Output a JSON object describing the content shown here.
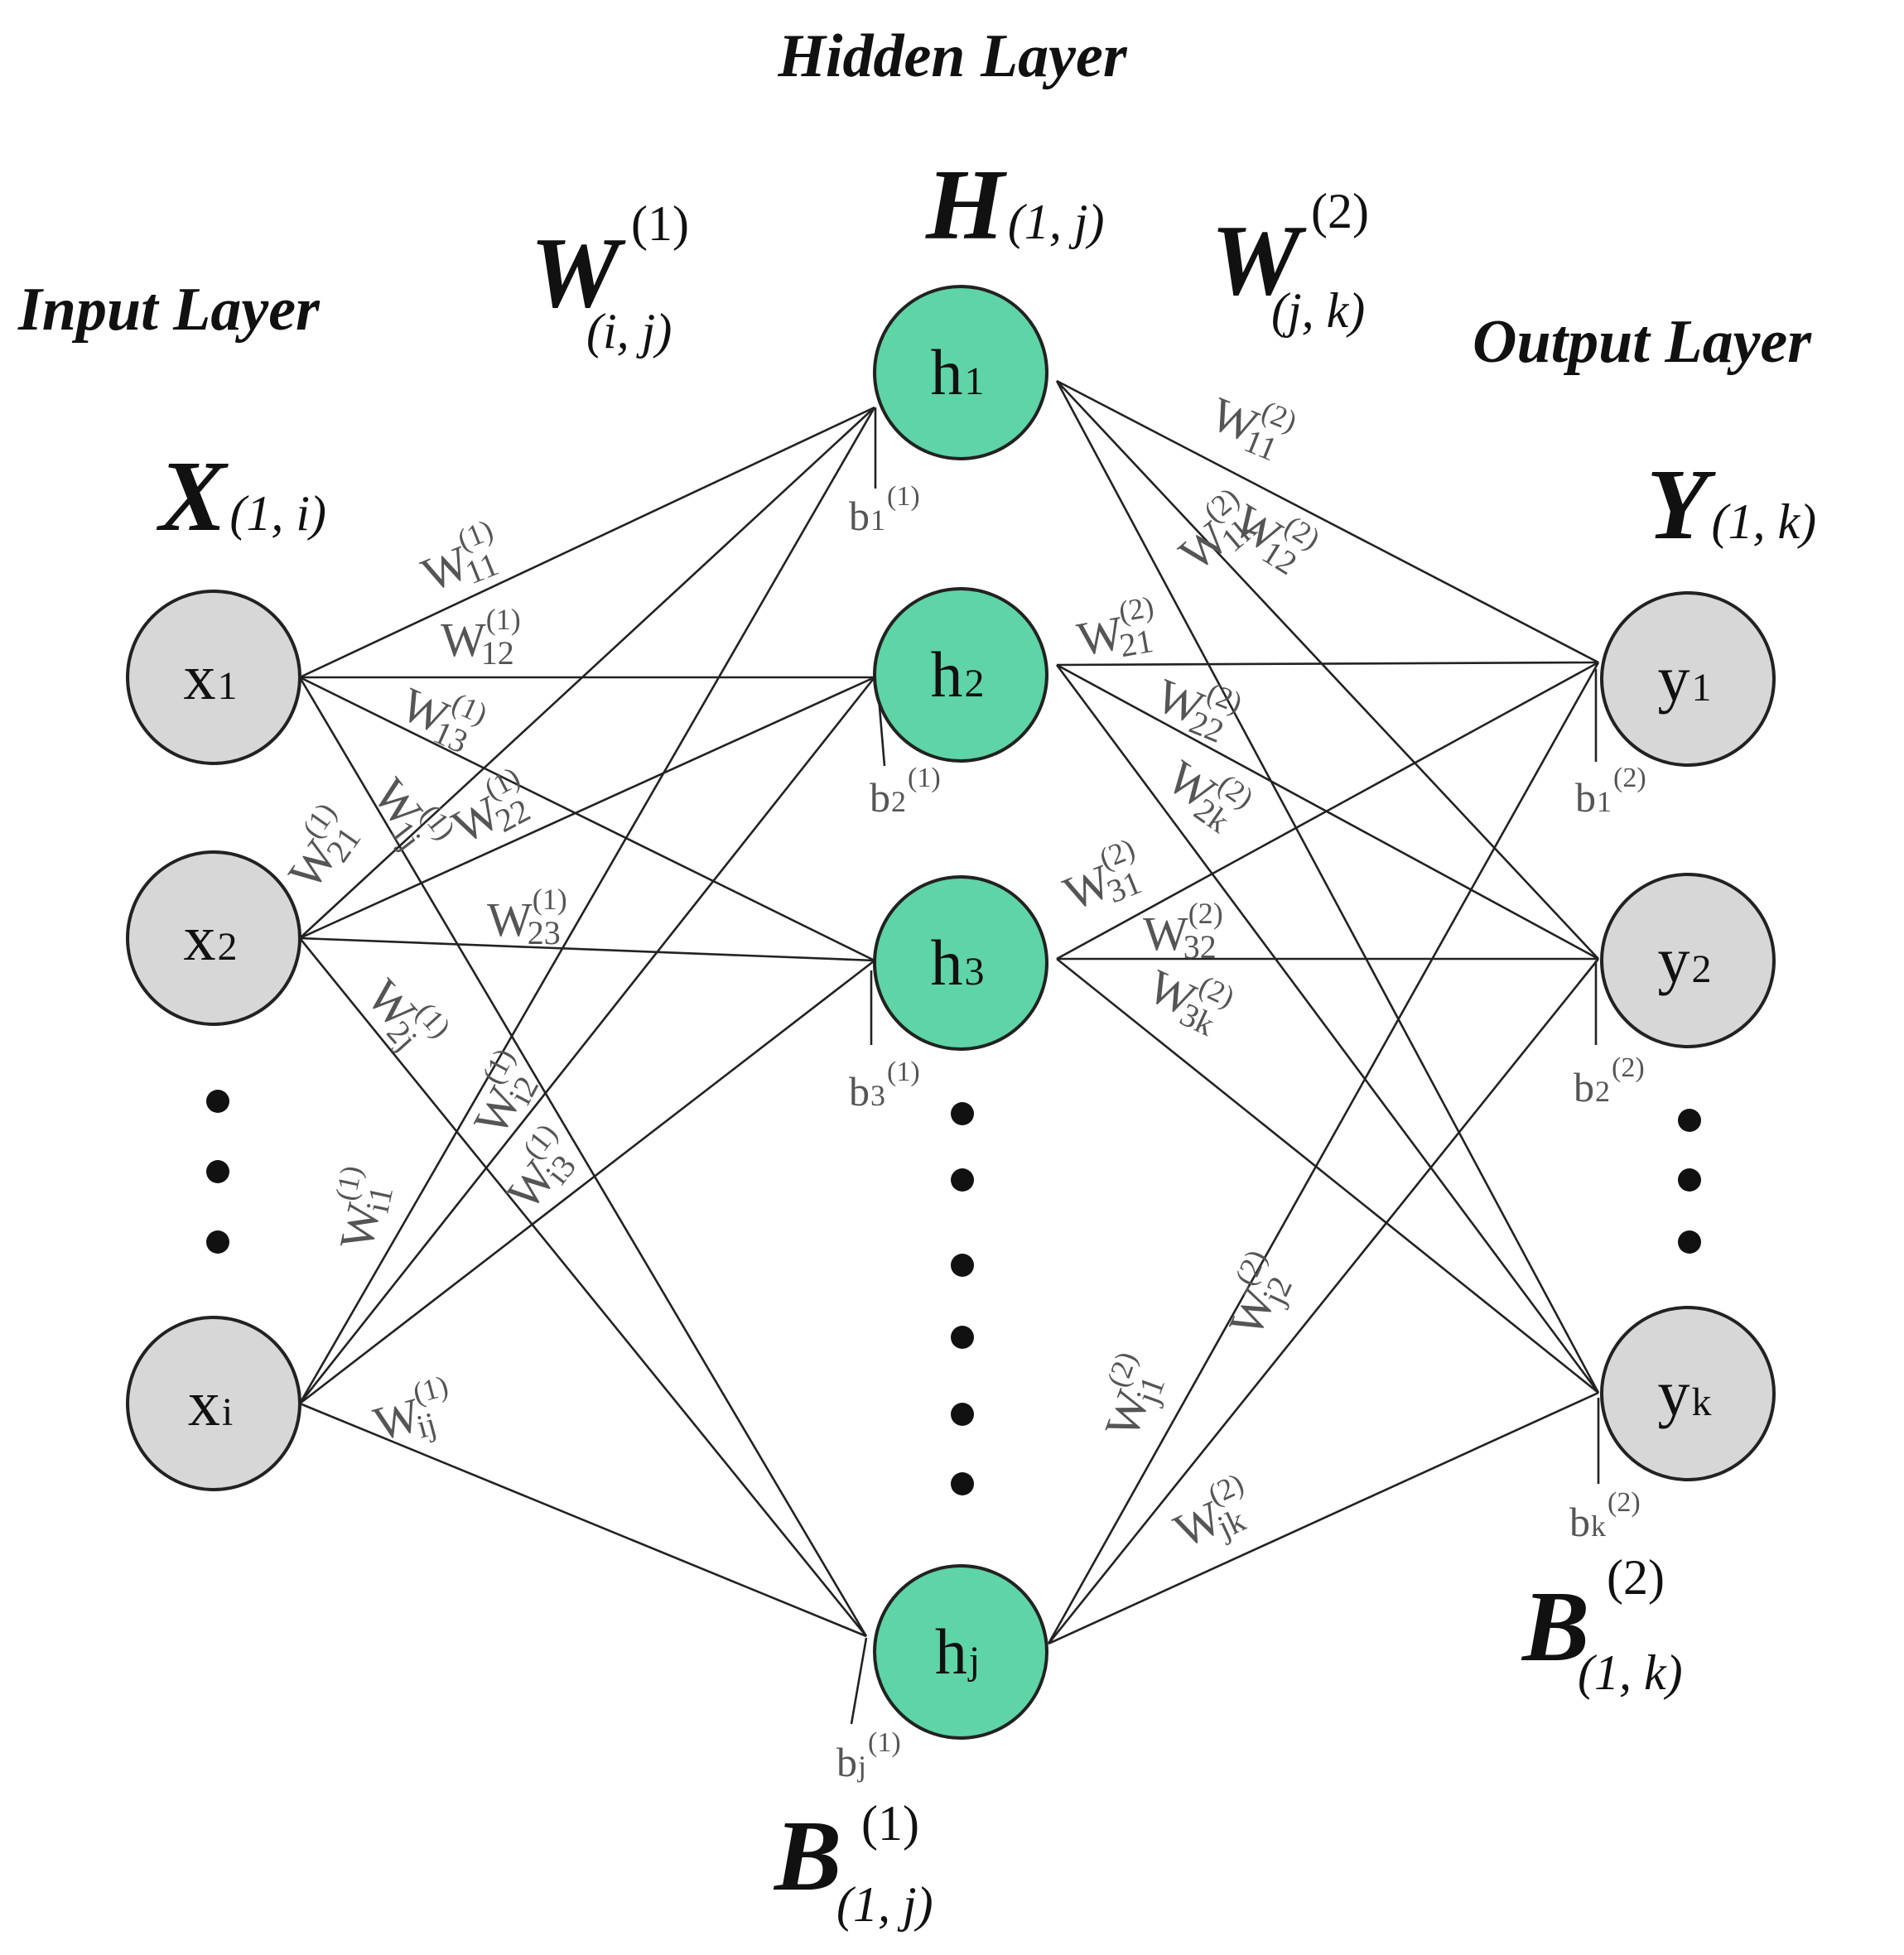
{
  "titles": {
    "hidden": "Hidden Layer",
    "input": "Input Layer",
    "output": "Output Layer"
  },
  "matrices": {
    "X": {
      "main": "X",
      "sub": "(1, i)"
    },
    "H": {
      "main": "H",
      "sub": "(1, j)"
    },
    "Y": {
      "main": "Y",
      "sub": "(1, k)"
    },
    "W1": {
      "main": "W",
      "sup": "(1)",
      "sub": "(i, j)"
    },
    "W2": {
      "main": "W",
      "sup": "(2)",
      "sub": "(j, k)"
    },
    "B1": {
      "main": "B",
      "sup": "(1)",
      "sub": "(1, j)"
    },
    "B2": {
      "main": "B",
      "sup": "(2)",
      "sub": "(1, k)"
    }
  },
  "colors": {
    "input_fill": "#d7d7d7",
    "hidden_fill": "#5fd4a6",
    "output_fill": "#d7d7d7",
    "stroke": "#222222"
  },
  "nodes": {
    "input": [
      {
        "id": "x1",
        "main": "x",
        "sub": "1"
      },
      {
        "id": "x2",
        "main": "x",
        "sub": "2"
      },
      {
        "id": "xi",
        "main": "x",
        "sub": "i"
      }
    ],
    "hidden": [
      {
        "id": "h1",
        "main": "h",
        "sub": "1"
      },
      {
        "id": "h2",
        "main": "h",
        "sub": "2"
      },
      {
        "id": "h3",
        "main": "h",
        "sub": "3"
      },
      {
        "id": "hj",
        "main": "h",
        "sub": "j"
      }
    ],
    "output": [
      {
        "id": "y1",
        "main": "y",
        "sub": "1"
      },
      {
        "id": "y2",
        "main": "y",
        "sub": "2"
      },
      {
        "id": "yk",
        "main": "y",
        "sub": "k"
      }
    ]
  },
  "biases": {
    "b1_1": {
      "main": "b",
      "sub": "1",
      "sup": "(1)"
    },
    "b2_1": {
      "main": "b",
      "sub": "2",
      "sup": "(1)"
    },
    "b3_1": {
      "main": "b",
      "sub": "3",
      "sup": "(1)"
    },
    "bj_1": {
      "main": "b",
      "sub": "j",
      "sup": "(1)"
    },
    "b1_2": {
      "main": "b",
      "sub": "1",
      "sup": "(2)"
    },
    "b2_2": {
      "main": "b",
      "sub": "2",
      "sup": "(2)"
    },
    "bk_2": {
      "main": "b",
      "sub": "k",
      "sup": "(2)"
    }
  },
  "weights": {
    "w11_1": {
      "main": "W",
      "sub": "11",
      "sup": "(1)"
    },
    "w12_1": {
      "main": "W",
      "sub": "12",
      "sup": "(1)"
    },
    "w13_1": {
      "main": "W",
      "sub": "13",
      "sup": "(1)"
    },
    "w1j_1": {
      "main": "W",
      "sub": "1j",
      "sup": "(1)"
    },
    "w21_1": {
      "main": "W",
      "sub": "21",
      "sup": "(1)"
    },
    "w22_1": {
      "main": "W",
      "sub": "22",
      "sup": "(1)"
    },
    "w23_1": {
      "main": "W",
      "sub": "23",
      "sup": "(1)"
    },
    "w2j_1": {
      "main": "W",
      "sub": "2j",
      "sup": "(1)"
    },
    "wi1_1": {
      "main": "W",
      "sub": "i1",
      "sup": "(1)"
    },
    "wi2_1": {
      "main": "W",
      "sub": "i2",
      "sup": "(1)"
    },
    "wi3_1": {
      "main": "W",
      "sub": "i3",
      "sup": "(1)"
    },
    "wij_1": {
      "main": "W",
      "sub": "ij",
      "sup": "(1)"
    },
    "w11_2": {
      "main": "W",
      "sub": "11",
      "sup": "(2)"
    },
    "w12_2": {
      "main": "W",
      "sub": "12",
      "sup": "(2)"
    },
    "w1k_2": {
      "main": "W",
      "sub": "1k",
      "sup": "(2)"
    },
    "w21_2": {
      "main": "W",
      "sub": "21",
      "sup": "(2)"
    },
    "w22_2": {
      "main": "W",
      "sub": "22",
      "sup": "(2)"
    },
    "w2k_2": {
      "main": "W",
      "sub": "2k",
      "sup": "(2)"
    },
    "w31_2": {
      "main": "W",
      "sub": "31",
      "sup": "(2)"
    },
    "w32_2": {
      "main": "W",
      "sub": "32",
      "sup": "(2)"
    },
    "w3k_2": {
      "main": "W",
      "sub": "3k",
      "sup": "(2)"
    },
    "wj1_2": {
      "main": "W",
      "sub": "j1",
      "sup": "(2)"
    },
    "wj2_2": {
      "main": "W",
      "sub": "j2",
      "sup": "(2)"
    },
    "wjk_2": {
      "main": "W",
      "sub": "jk",
      "sup": "(2)"
    }
  }
}
